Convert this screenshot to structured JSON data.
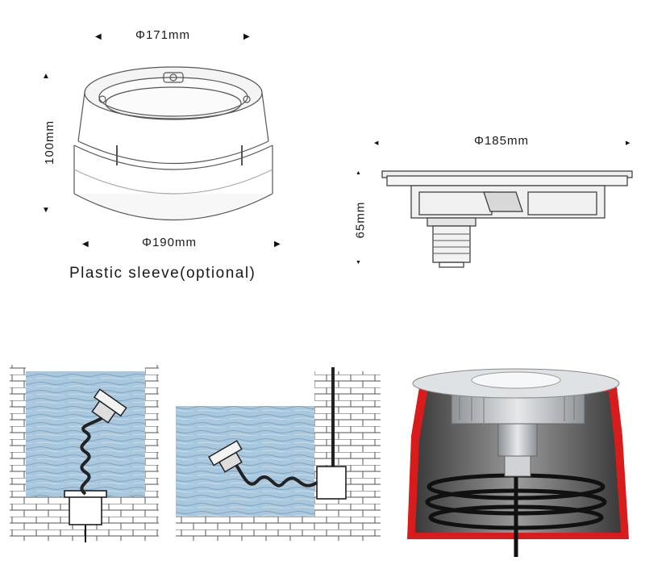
{
  "sleeve": {
    "top_diameter": "Φ171mm",
    "height": "100mm",
    "bottom_diameter": "Φ190mm",
    "caption": "Plastic sleeve(optional)"
  },
  "fixture": {
    "diameter": "Φ185mm",
    "depth": "65mm"
  },
  "colors": {
    "water": "#a9c7dd",
    "brick_line": "#555555",
    "sleeve_red": "#d81b1b",
    "metal": "#b8bcc0"
  }
}
